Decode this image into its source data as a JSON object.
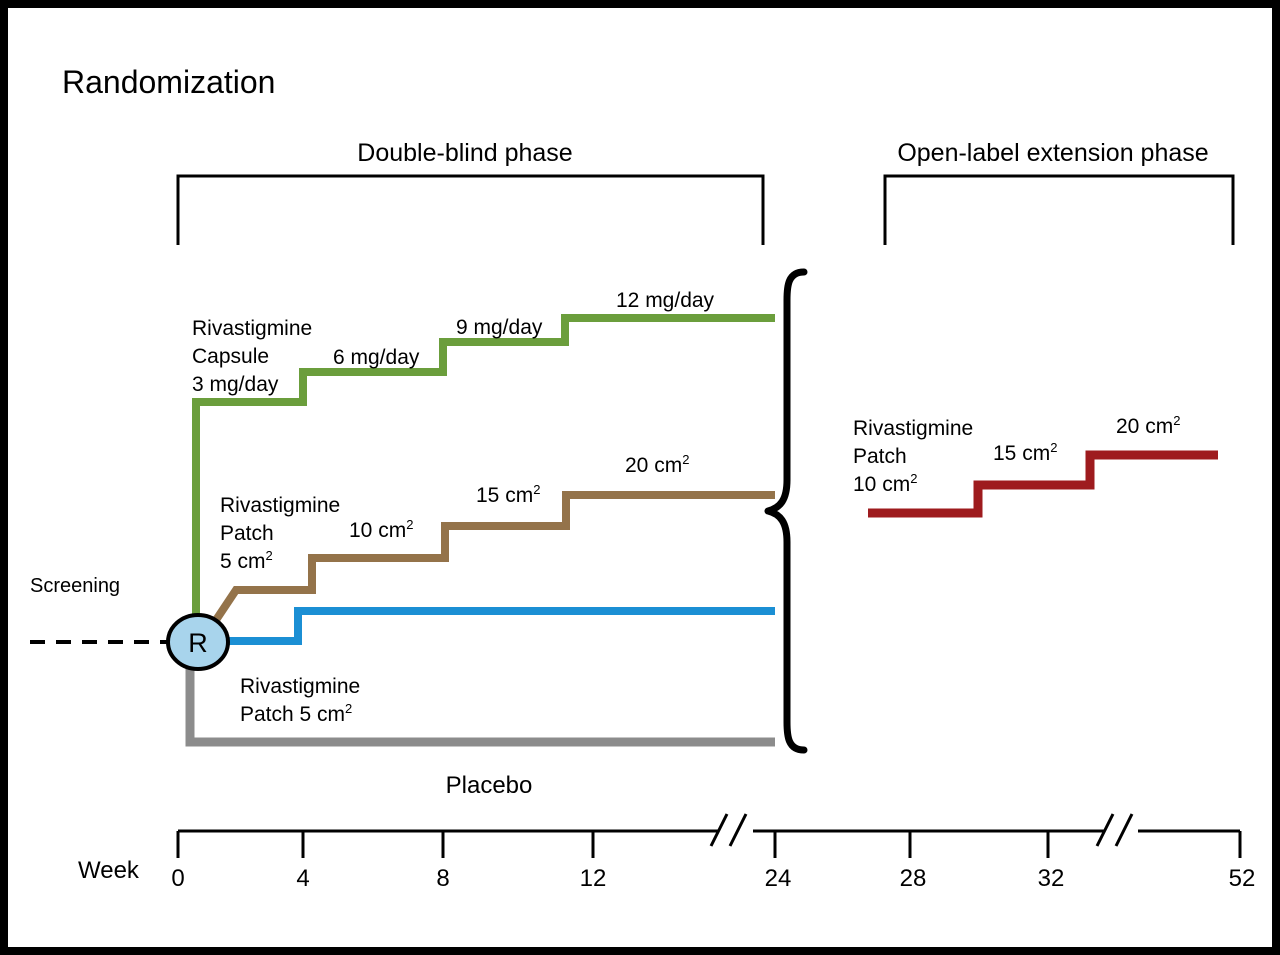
{
  "figure": {
    "title": "Randomization",
    "screening_label": "Screening",
    "randomization_marker": "R",
    "week_axis_label": "Week",
    "placebo_label": "Placebo"
  },
  "phases": [
    {
      "id": "double-blind",
      "label": "Double-blind phase"
    },
    {
      "id": "open-label",
      "label": "Open-label extension phase"
    }
  ],
  "arms": {
    "capsule": {
      "name_line1": "Rivastigmine",
      "name_line2": "Capsule",
      "name_line3": "3 mg/day",
      "color": "#6B9E3C",
      "doses": [
        "3 mg/day",
        "6 mg/day",
        "9 mg/day",
        "12 mg/day"
      ],
      "step_labels": [
        "6 mg/day",
        "9 mg/day",
        "12 mg/day"
      ]
    },
    "patch_titration": {
      "name_line1": "Rivastigmine",
      "name_line2": "Patch",
      "name_line3_value": "5 cm",
      "name_line3_sup": "2",
      "color": "#94734A",
      "step_labels": [
        {
          "value": "10 cm",
          "sup": "2"
        },
        {
          "value": "15 cm",
          "sup": "2"
        },
        {
          "value": "20 cm",
          "sup": "2"
        }
      ]
    },
    "patch_fixed": {
      "name_line1": "Rivastigmine",
      "name_line2_value": "Patch 5 cm",
      "name_line2_sup": "2",
      "color": "#1B8FD4"
    },
    "placebo": {
      "label": "Placebo",
      "color": "#8C8C8C"
    },
    "open_label_patch": {
      "name_line1": "Rivastigmine",
      "name_line2": "Patch",
      "name_line3_value": "10 cm",
      "name_line3_sup": "2",
      "color": "#9E1B1E",
      "step_labels": [
        {
          "value": "15 cm",
          "sup": "2"
        },
        {
          "value": "20 cm",
          "sup": "2"
        }
      ]
    }
  },
  "axis": {
    "label": "Week",
    "ticks": [
      "0",
      "4",
      "8",
      "12",
      "24",
      "28",
      "32",
      "52"
    ],
    "breaks": 2
  },
  "colors": {
    "capsule_green": "#6B9E3C",
    "patch_brown": "#94734A",
    "patch_blue": "#1B8FD4",
    "placebo_gray": "#8C8C8C",
    "openlabel_red": "#9E1B1E",
    "randomization_fill": "#A8D4EC",
    "frame": "#000000"
  },
  "chart_data": {
    "type": "line",
    "title": "Randomization",
    "xlabel": "Week",
    "ylabel": "",
    "x_ticks": [
      0,
      4,
      8,
      12,
      24,
      28,
      32,
      52
    ],
    "series": [
      {
        "name": "Rivastigmine Capsule",
        "color": "#6B9E3C",
        "unit": "mg/day",
        "steps": [
          {
            "week_start": 0,
            "week_end": 4,
            "value": 3
          },
          {
            "week_start": 4,
            "week_end": 8,
            "value": 6
          },
          {
            "week_start": 8,
            "week_end": 12.5,
            "value": 9
          },
          {
            "week_start": 12.5,
            "week_end": 23,
            "value": 12
          }
        ]
      },
      {
        "name": "Rivastigmine Patch (titration)",
        "color": "#94734A",
        "unit": "cm2",
        "steps": [
          {
            "week_start": 0,
            "week_end": 4,
            "value": 5
          },
          {
            "week_start": 4,
            "week_end": 8,
            "value": 10
          },
          {
            "week_start": 8,
            "week_end": 12.5,
            "value": 15
          },
          {
            "week_start": 12.5,
            "week_end": 23,
            "value": 20
          }
        ]
      },
      {
        "name": "Rivastigmine Patch 5 cm2 (fixed)",
        "color": "#1B8FD4",
        "unit": "cm2",
        "steps": [
          {
            "week_start": 0,
            "week_end": 4,
            "value": 5
          },
          {
            "week_start": 4,
            "week_end": 23,
            "value": 5
          }
        ]
      },
      {
        "name": "Placebo",
        "color": "#8C8C8C",
        "unit": "",
        "steps": [
          {
            "week_start": 0,
            "week_end": 23,
            "value": 0
          }
        ]
      },
      {
        "name": "Open-label Rivastigmine Patch",
        "color": "#9E1B1E",
        "unit": "cm2",
        "steps": [
          {
            "week_start": 24,
            "week_end": 30,
            "value": 10
          },
          {
            "week_start": 30,
            "week_end": 34,
            "value": 15
          },
          {
            "week_start": 34,
            "week_end": 52,
            "value": 20
          }
        ]
      }
    ],
    "legend_position": "inline-annotations",
    "grid": false
  }
}
